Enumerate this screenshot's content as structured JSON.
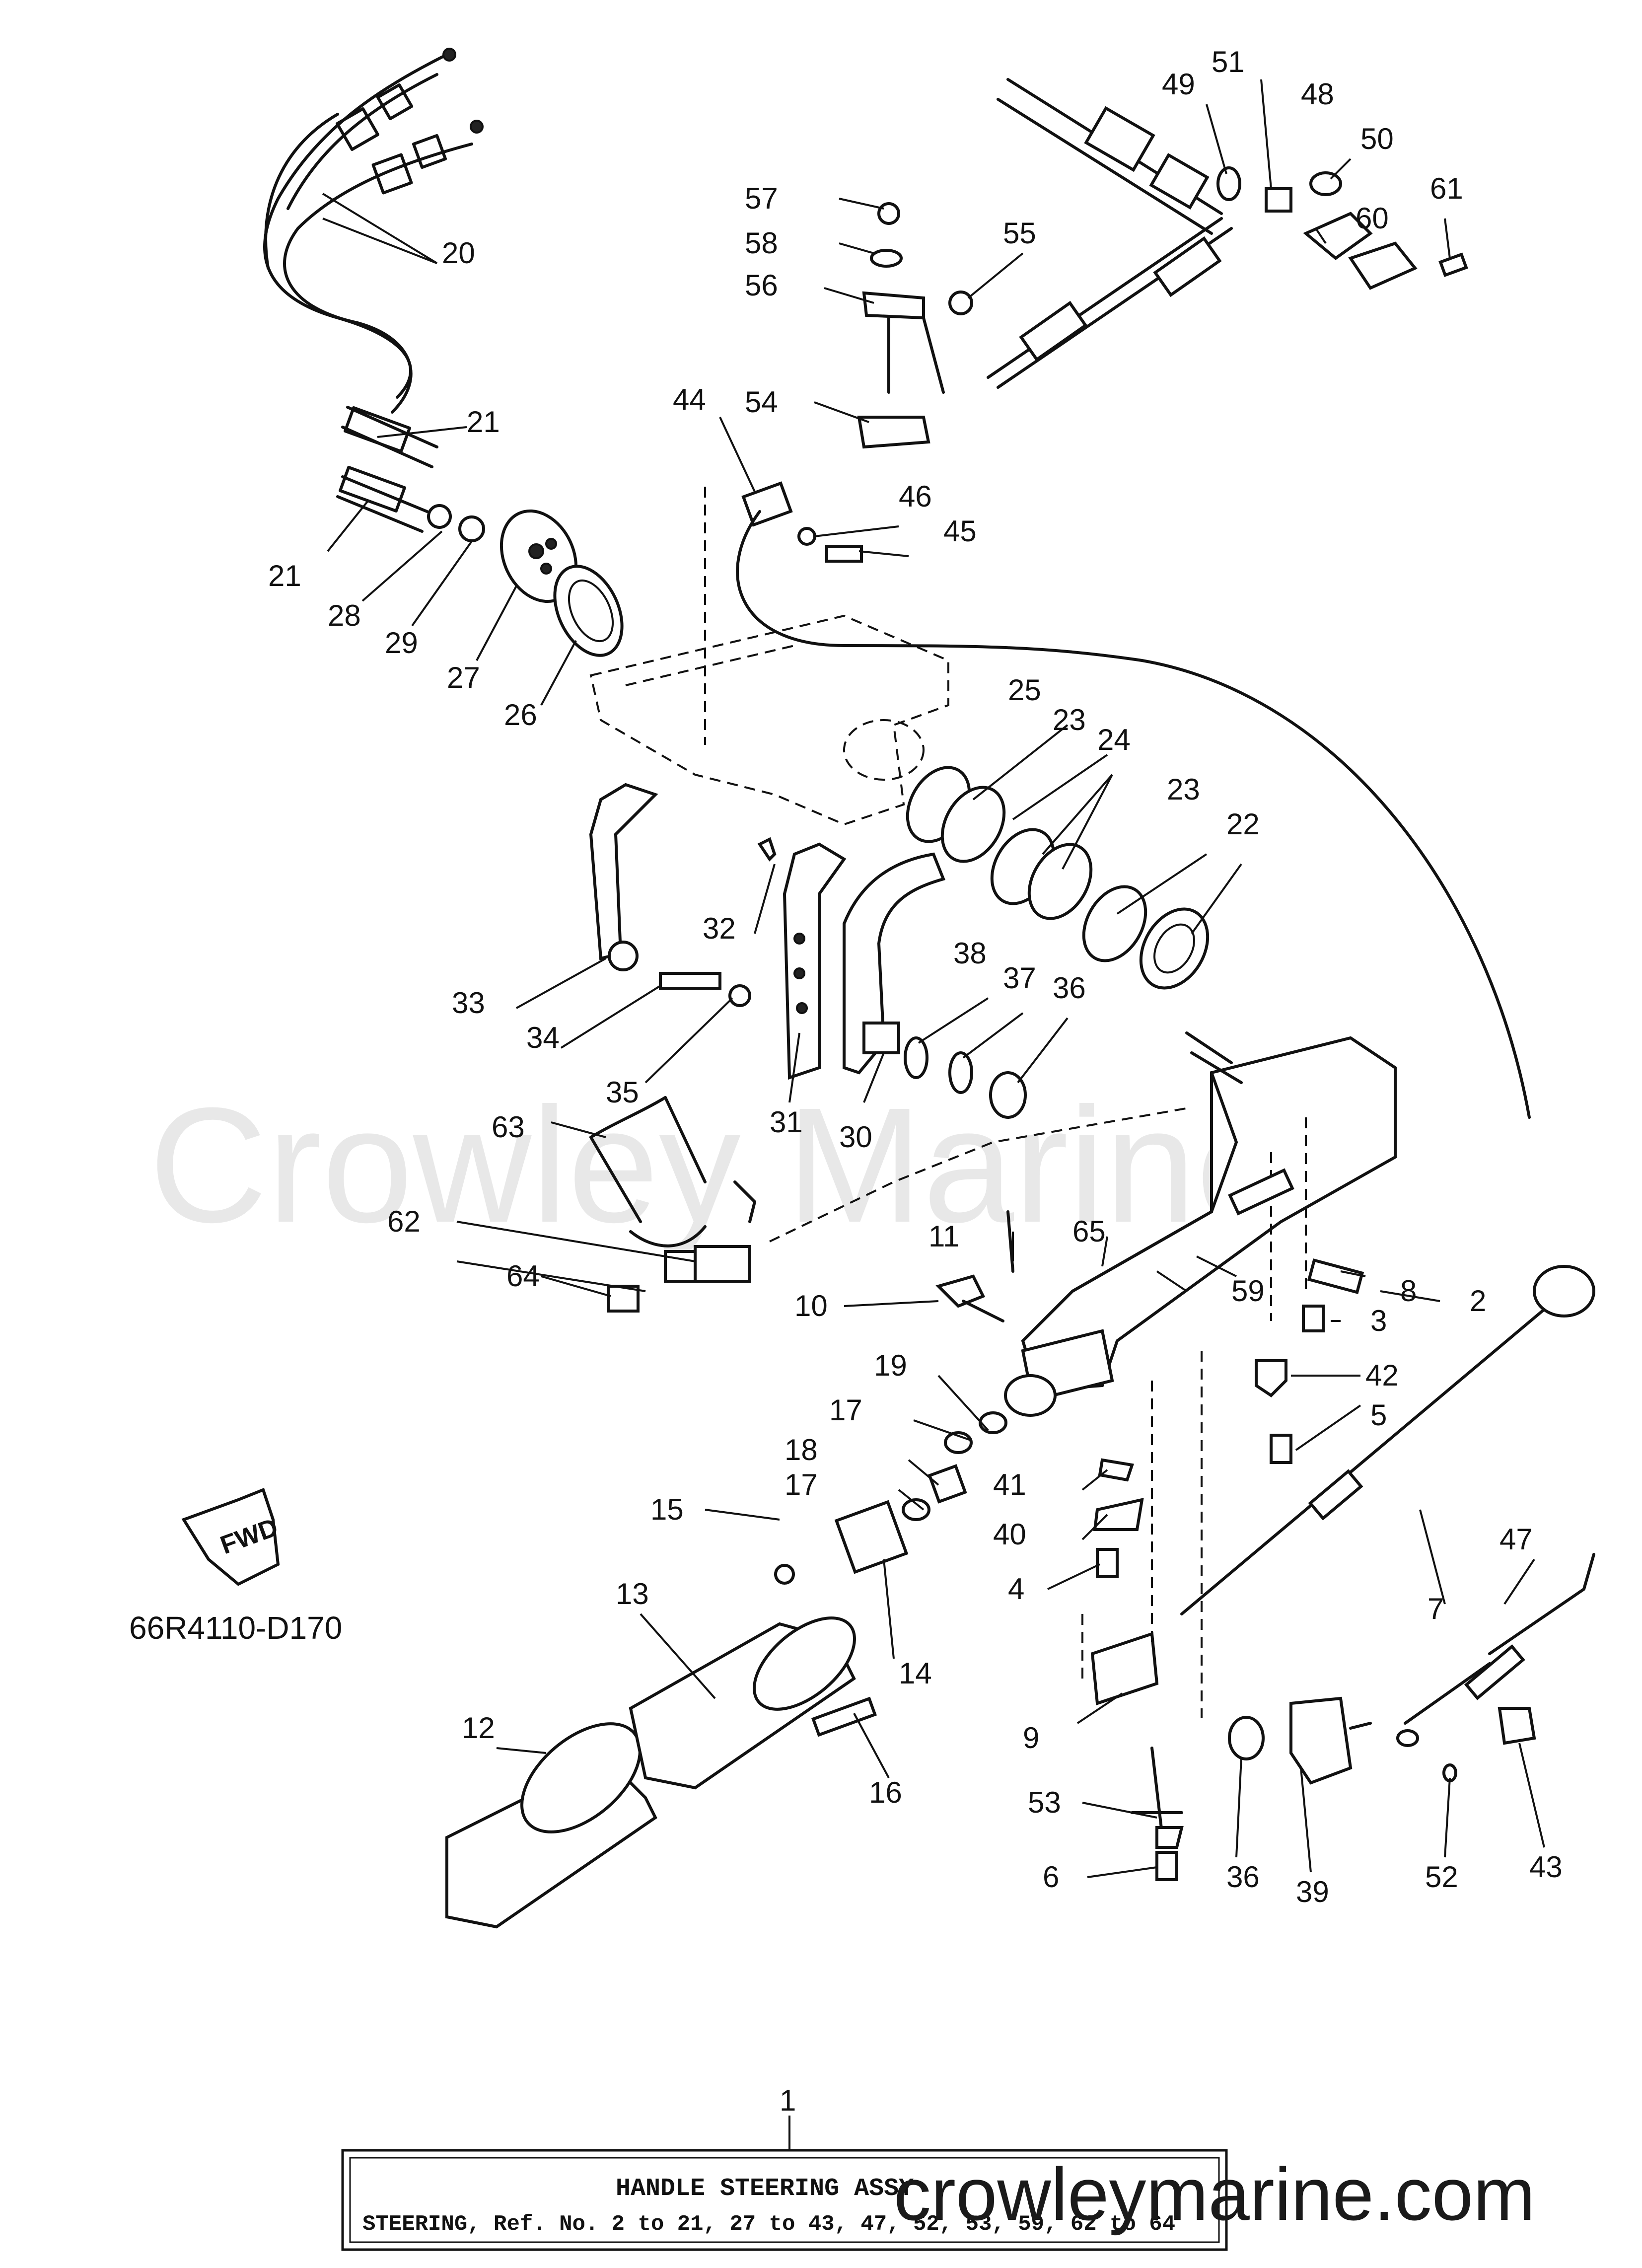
{
  "watermark": "Crowley Marine",
  "website": "crowleymarine.com",
  "diagram_code": "66R4110-D170",
  "fwd_label": "FWD",
  "assembly": {
    "ref": "1",
    "title": "HANDLE STEERING ASSY",
    "subtitle": "STEERING,  Ref. No. 2 to 21, 27 to 43, 47, 52, 53, 59, 62 to 64"
  },
  "callouts": {
    "c2": "2",
    "c3": "3",
    "c4": "4",
    "c5": "5",
    "c6": "6",
    "c7": "7",
    "c8": "8",
    "c9": "9",
    "c10": "10",
    "c11": "11",
    "c12": "12",
    "c13": "13",
    "c14": "14",
    "c15": "15",
    "c16": "16",
    "c17a": "17",
    "c17b": "17",
    "c18": "18",
    "c19": "19",
    "c20": "20",
    "c21a": "21",
    "c21b": "21",
    "c22": "22",
    "c23a": "23",
    "c23b": "23",
    "c24": "24",
    "c25": "25",
    "c26": "26",
    "c27": "27",
    "c28": "28",
    "c29": "29",
    "c30": "30",
    "c31": "31",
    "c32": "32",
    "c33": "33",
    "c34": "34",
    "c35": "35",
    "c36a": "36",
    "c36b": "36",
    "c37": "37",
    "c38": "38",
    "c39": "39",
    "c40": "40",
    "c41": "41",
    "c42": "42",
    "c43": "43",
    "c44": "44",
    "c45": "45",
    "c46": "46",
    "c47": "47",
    "c48": "48",
    "c49": "49",
    "c50": "50",
    "c51": "51",
    "c52": "52",
    "c53": "53",
    "c54": "54",
    "c55": "55",
    "c56": "56",
    "c57": "57",
    "c58": "58",
    "c59": "59",
    "c60": "60",
    "c61": "61",
    "c62": "62",
    "c63": "63",
    "c64": "64",
    "c65": "65"
  }
}
